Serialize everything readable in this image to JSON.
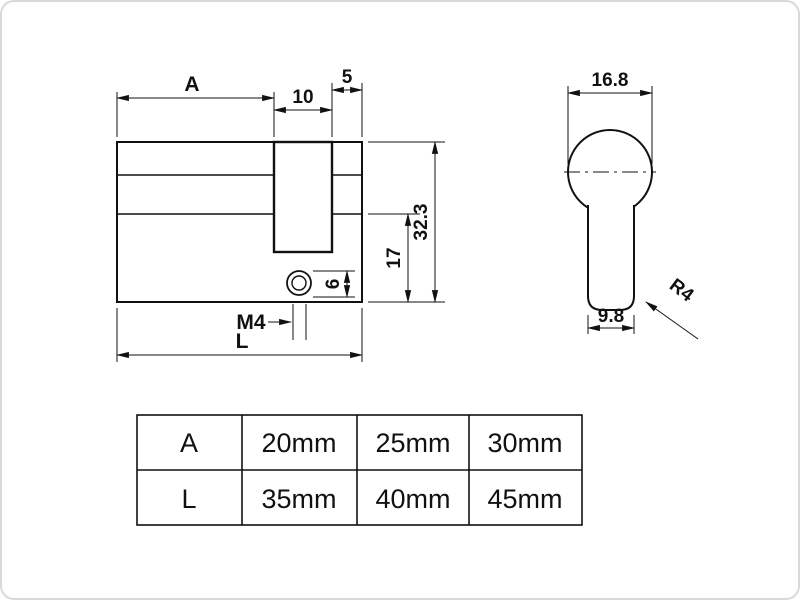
{
  "drawing": {
    "side_view": {
      "dim_a": "A",
      "dim_10": "10",
      "dim_5": "5",
      "dim_32_3": "32.3",
      "dim_17": "17",
      "dim_6": "6",
      "label_m4": "M4",
      "dim_l": "L"
    },
    "front_view": {
      "dim_16_8": "16.8",
      "dim_9_8": "9.8",
      "label_r4": "R4"
    }
  },
  "colors": {
    "line": "#111111",
    "border": "#d9d9d9",
    "background": "#ffffff"
  },
  "table": {
    "rows": [
      {
        "cells": [
          "A",
          "20mm",
          "25mm",
          "30mm"
        ]
      },
      {
        "cells": [
          "L",
          "35mm",
          "40mm",
          "45mm"
        ]
      }
    ]
  }
}
